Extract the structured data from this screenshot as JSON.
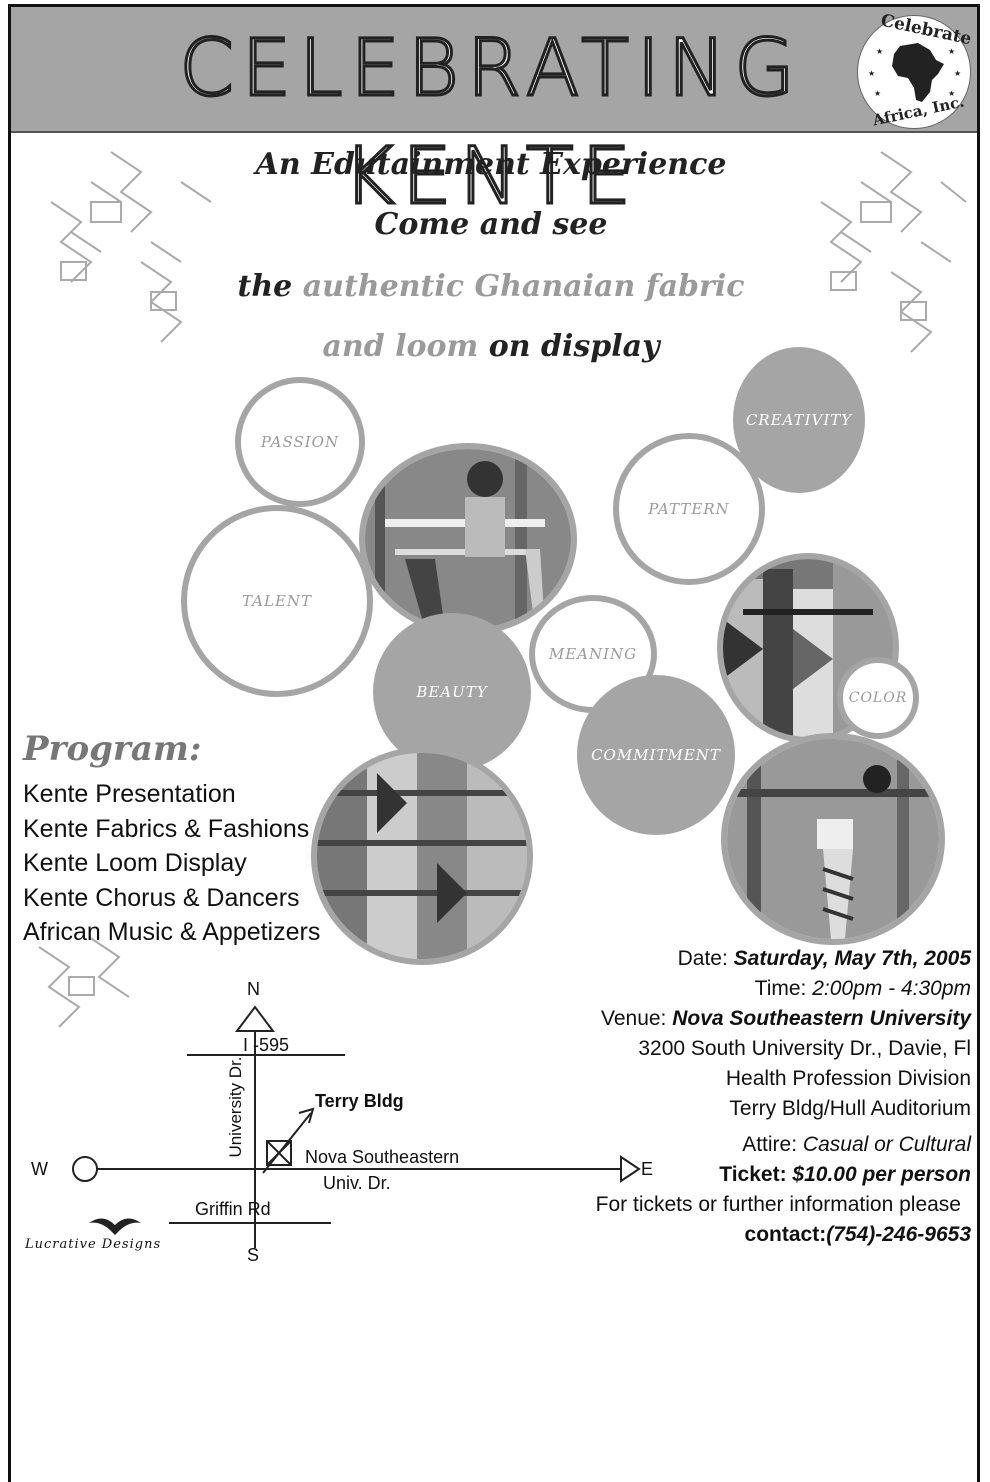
{
  "banner": {
    "title": "CELEBRATING KENTE"
  },
  "logo": {
    "top_word": "Celebrate",
    "bottom_word": "Africa, Inc."
  },
  "headline": {
    "line1": "An Edutainment Experience",
    "line2": "Come and see",
    "line3_a": "the",
    "line3_b": "authentic Ghanaian fabric",
    "line4_a": "and loom",
    "line4_b": "on display"
  },
  "circles": {
    "passion": "PASSION",
    "creativity": "CREATIVITY",
    "pattern": "PATTERN",
    "talent": "TALENT",
    "meaning": "MEANING",
    "beauty": "BEAUTY",
    "color": "COLOR",
    "commitment": "COMMITMENT"
  },
  "program": {
    "title": "Program:",
    "items": [
      "Kente Presentation",
      "Kente Fabrics & Fashions",
      "Kente Loom Display",
      "Kente Chorus & Dancers",
      "African Music & Appetizers"
    ]
  },
  "event": {
    "date_label": "Date:",
    "date_value": "Saturday, May 7th, 2005",
    "time_label": "Time:",
    "time_value": "2:00pm - 4:30pm",
    "venue_label": "Venue:",
    "venue_value": "Nova Southeastern University",
    "address": "3200 South University Dr., Davie, Fl",
    "division": "Health Profession Division",
    "room": "Terry Bldg/Hull Auditorium",
    "attire_label": "Attire:",
    "attire_value": "Casual or Cultural",
    "ticket_label": "Ticket:",
    "ticket_value": "$10.00 per person",
    "info_line": "For tickets or further information please",
    "contact_label": "contact:",
    "contact_value": "(754)-246-9653"
  },
  "map": {
    "north": "N",
    "south": "S",
    "west": "W",
    "east": "E",
    "highway": "I -595",
    "university_dr": "University Dr.",
    "terry_bldg": "Terry Bldg",
    "nova": "Nova Southeastern",
    "univ_dr": "Univ. Dr.",
    "griffin": "Griffin Rd"
  },
  "credit": {
    "designer": "Lucrative Designs"
  }
}
